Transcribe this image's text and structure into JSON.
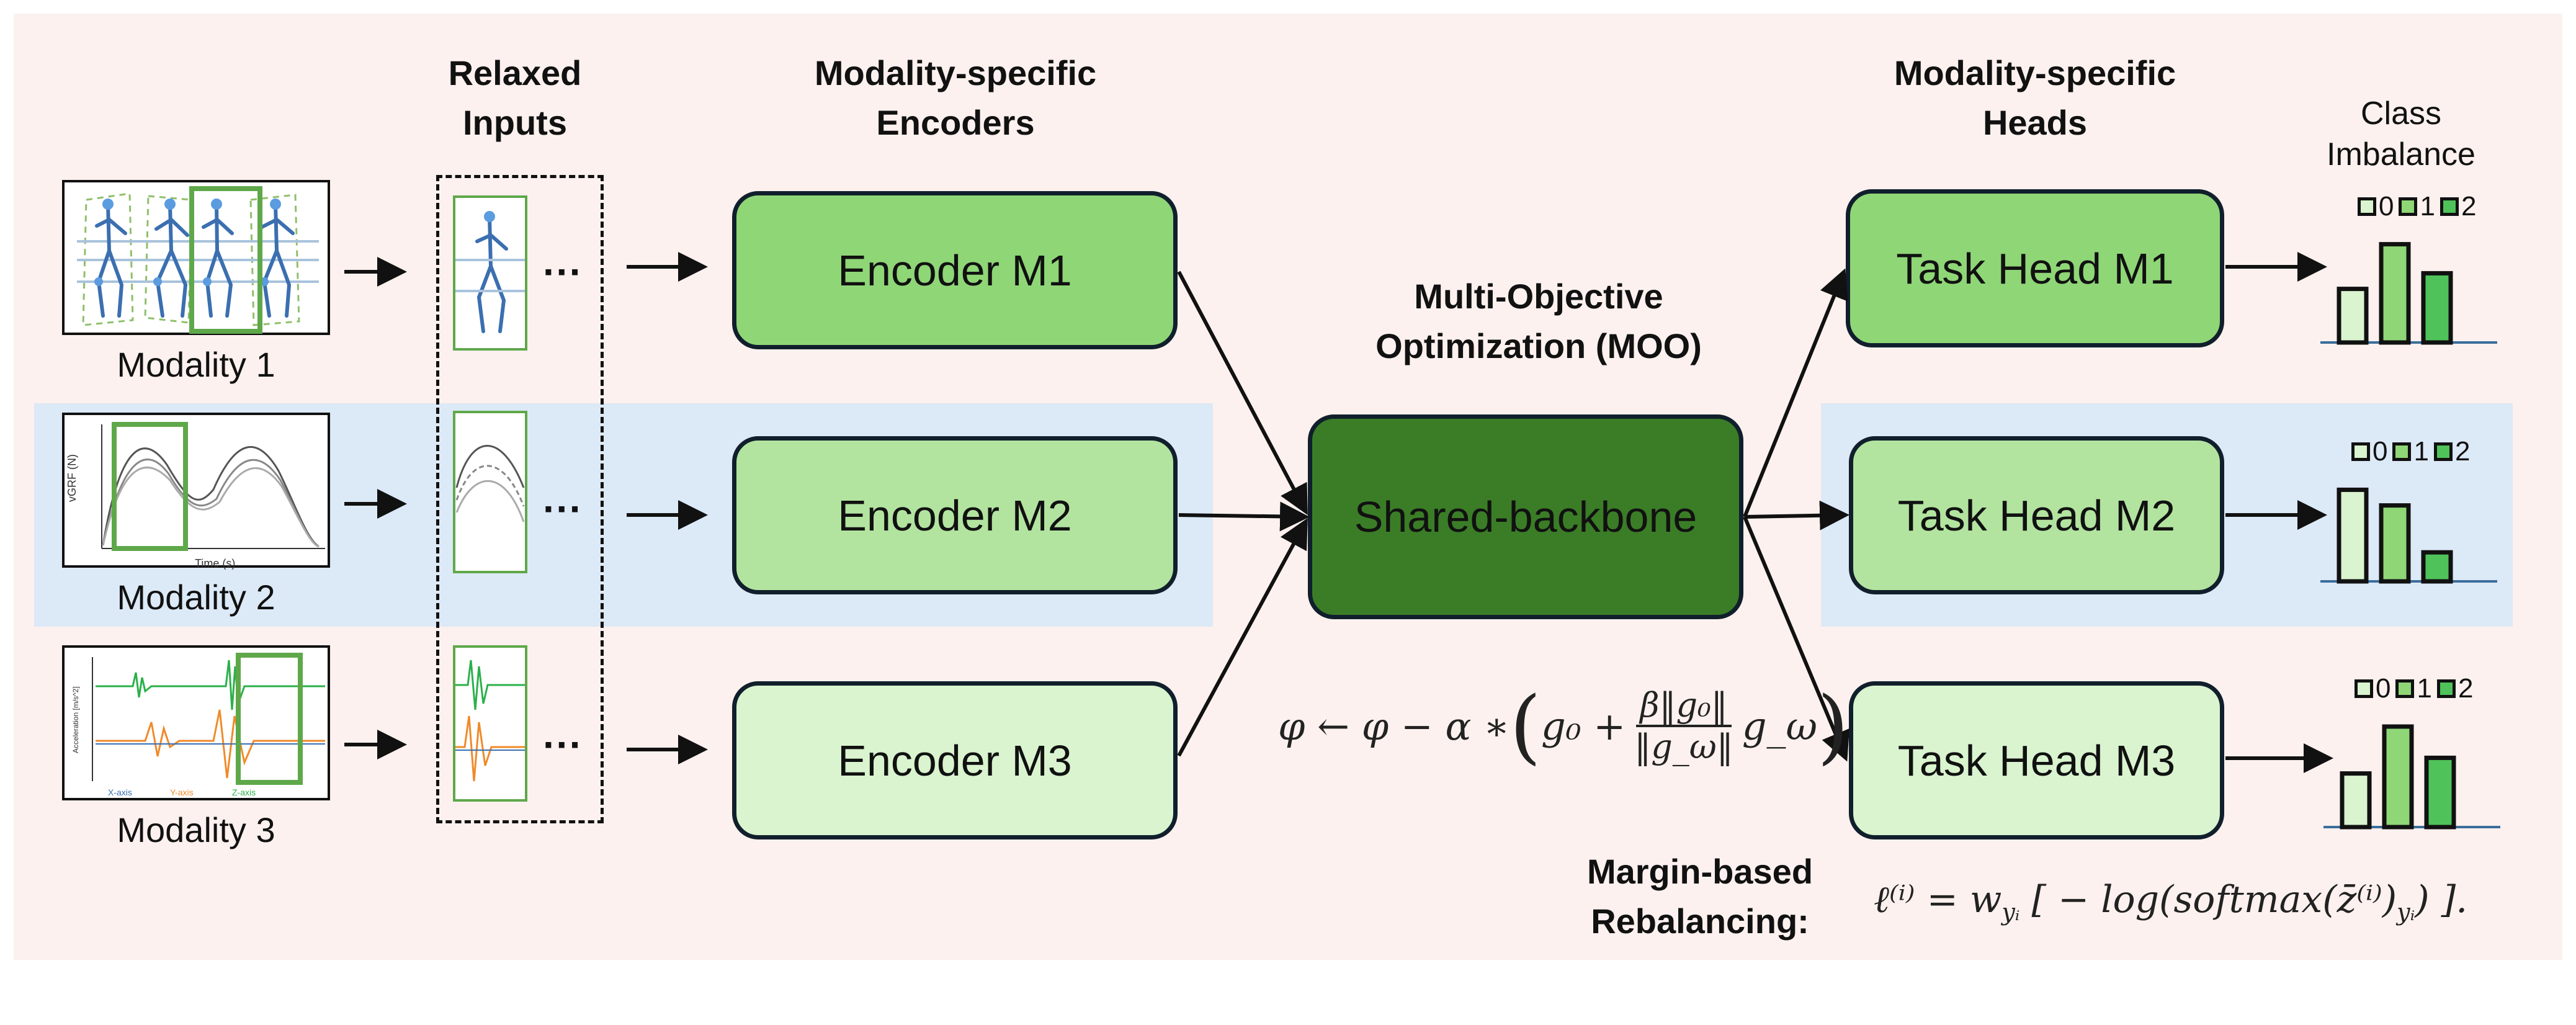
{
  "headers": {
    "relaxed_inputs": "Relaxed\nInputs",
    "encoders": "Modality-specific\nEncoders",
    "moo": "Multi-Objective\nOptimization (MOO)",
    "heads": "Modality-specific\nHeads",
    "class_imbalance": "Class\nImbalance"
  },
  "modalities": [
    {
      "label": "Modality 1",
      "encoder": "Encoder M1",
      "head": "Task Head M1"
    },
    {
      "label": "Modality 2",
      "encoder": "Encoder M2",
      "head": "Task Head M2"
    },
    {
      "label": "Modality 3",
      "encoder": "Encoder M3",
      "head": "Task Head M3"
    }
  ],
  "backbone": "Shared-backbone",
  "ellipsis": "···",
  "legend": [
    "0",
    "1",
    "2"
  ],
  "imbalance_bars": [
    [
      0.48,
      0.88,
      0.62
    ],
    [
      0.82,
      0.68,
      0.26
    ],
    [
      0.48,
      0.9,
      0.62
    ]
  ],
  "update_rule": {
    "lhs": "φ ← φ − α ∗ ",
    "g0": "g₀ + ",
    "num": "β‖g₀‖",
    "den": "‖g_ω‖",
    "tail": "g_ω"
  },
  "rebalancing": {
    "label": "Margin-based\nRebalancing:",
    "formula_lhs": "ℓ⁽ⁱ⁾  =  w",
    "formula_sub": "yᵢ",
    "formula_rhs": " [ − log(softmax(z̄⁽ⁱ⁾)",
    "formula_end": ") ]."
  },
  "plot_text": {
    "axis_time": "Time (s)",
    "axis_accel": "Acceleration [m/s^2]",
    "x_axis": "X-axis",
    "y_axis": "Y-axis",
    "z_axis": "Z-axis",
    "grf": "vGRF (N)"
  },
  "colors": {
    "enc1": "#8fd677",
    "enc2": "#b2e4a0",
    "enc3": "#d9f4cf",
    "backbone": "#3a7d26",
    "bar_light": "#d9f4cf",
    "bar_mid": "#8fd677",
    "bar_dark": "#4fc35a",
    "crop": "#5fa84a"
  }
}
